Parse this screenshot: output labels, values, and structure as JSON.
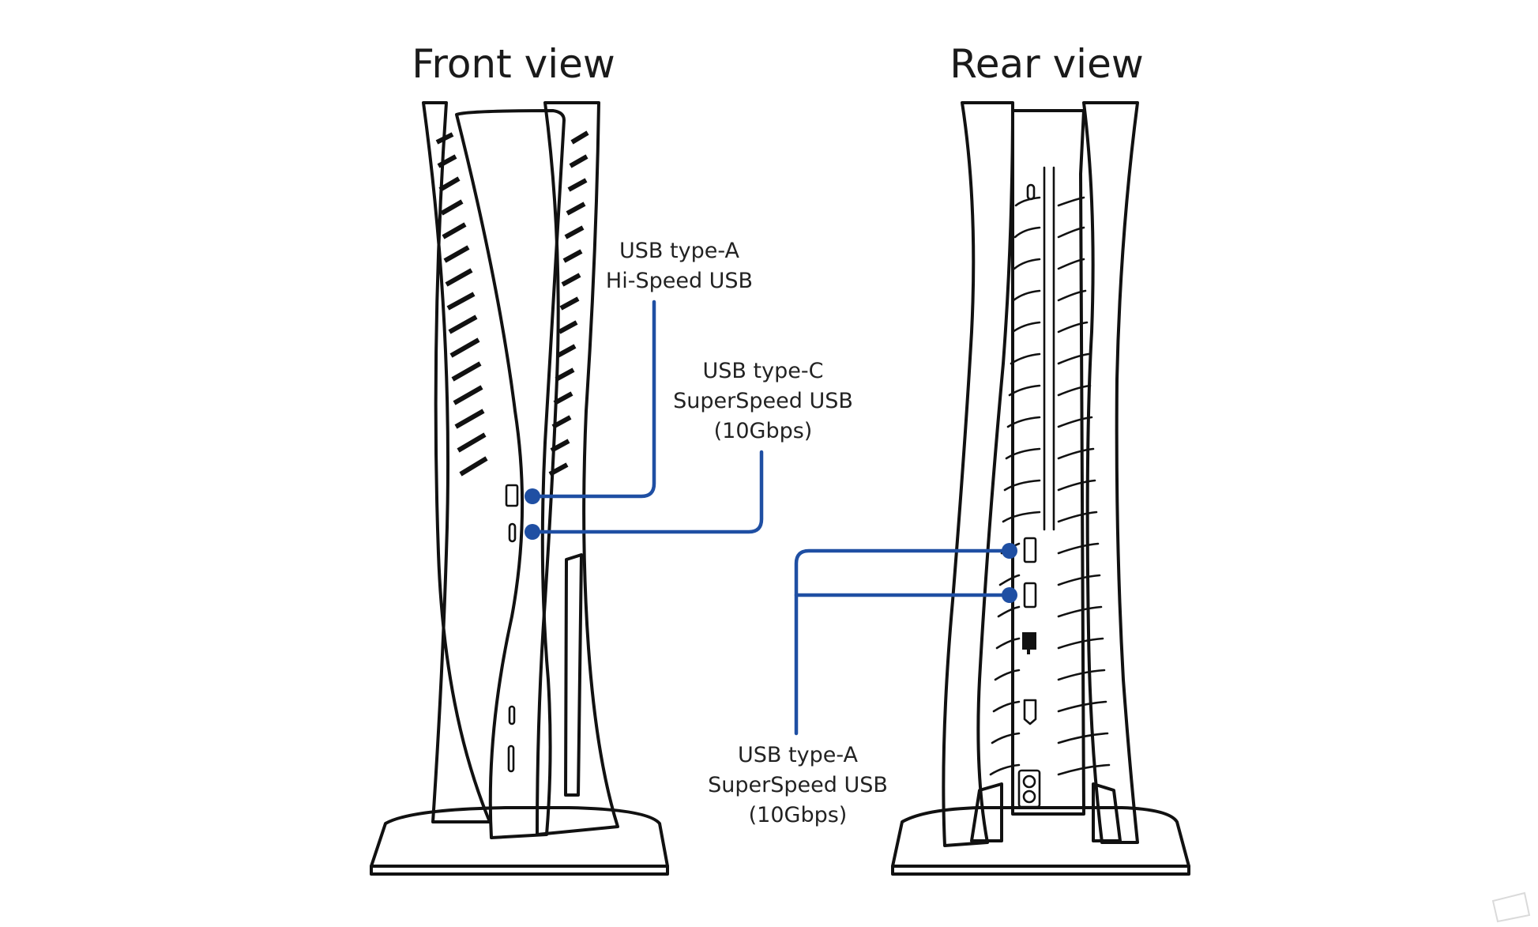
{
  "headings": {
    "front": "Front view",
    "rear": "Rear view"
  },
  "callouts": {
    "front_usb_a": {
      "line1": "USB type-A",
      "line2": "Hi-Speed USB"
    },
    "front_usb_c": {
      "line1": "USB type-C",
      "line2": "SuperSpeed USB",
      "line3": "(10Gbps)"
    },
    "rear_usb_a": {
      "line1": "USB type-A",
      "line2": "SuperSpeed USB",
      "line3": "(10Gbps)"
    }
  },
  "colors": {
    "callout_line": "#1f4fa3",
    "outline": "#111111",
    "background": "#ffffff"
  }
}
